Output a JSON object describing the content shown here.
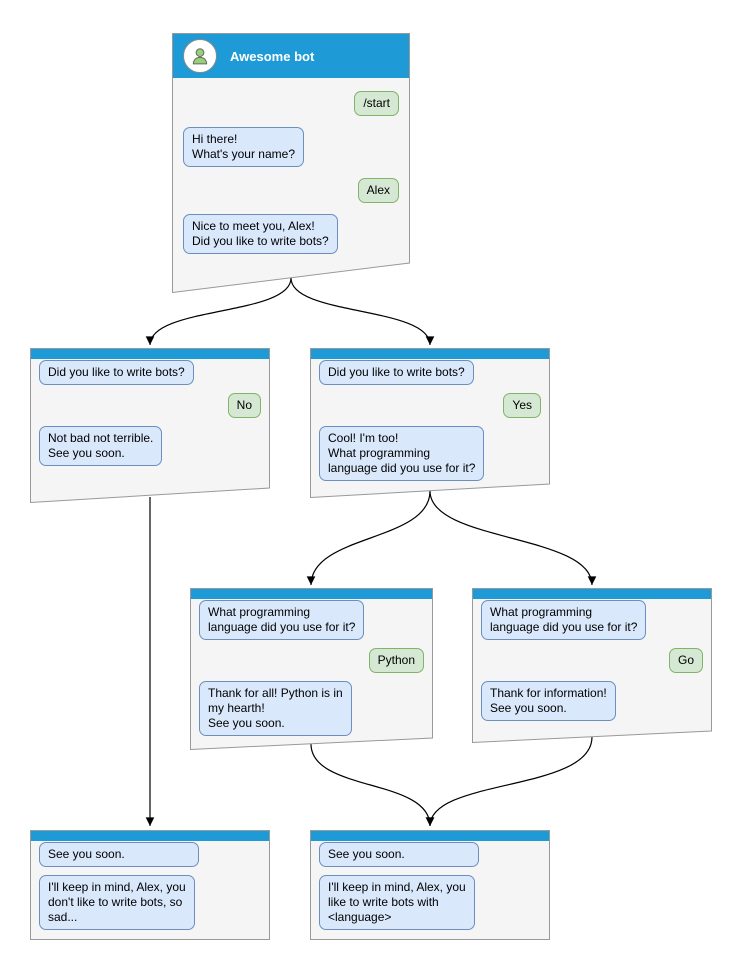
{
  "colors": {
    "titlebar": "#1e9bd7",
    "window-fill": "#f5f5f5",
    "window-stroke": "#999999",
    "bot-fill": "#dae8fc",
    "bot-stroke": "#6c8ebf",
    "user-fill": "#d5e8d4",
    "user-stroke": "#82b366",
    "avatar-green": "#97d077",
    "edge": "#000000"
  },
  "nodes": {
    "root": {
      "title": "Awesome bot",
      "messages": [
        "/start",
        "Hi there!\nWhat's your name?",
        "Alex",
        "Nice to meet you, Alex!\nDid you like to write bots?"
      ]
    },
    "no_branch": {
      "messages": [
        "Did you like to write bots?",
        "No",
        "Not bad not terrible.\nSee you soon."
      ]
    },
    "yes_branch": {
      "messages": [
        "Did you like to write bots?",
        "Yes",
        "Cool! I'm too!\nWhat programming\nlanguage did you use for it?"
      ]
    },
    "python_branch": {
      "messages": [
        "What programming\nlanguage did you use for it?",
        "Python",
        "Thank for all! Python is in\nmy hearth!\nSee you soon."
      ]
    },
    "go_branch": {
      "messages": [
        "What programming\nlanguage did you use for it?",
        "Go",
        "Thank for information!\nSee you soon."
      ]
    },
    "end_no": {
      "messages": [
        "See you soon.",
        "I'll keep in mind, Alex, you\ndon't like to write bots, so\nsad..."
      ]
    },
    "end_yes": {
      "messages": [
        "See you soon.",
        "I'll keep in mind, Alex, you\nlike to write bots with\n<language>"
      ]
    }
  }
}
